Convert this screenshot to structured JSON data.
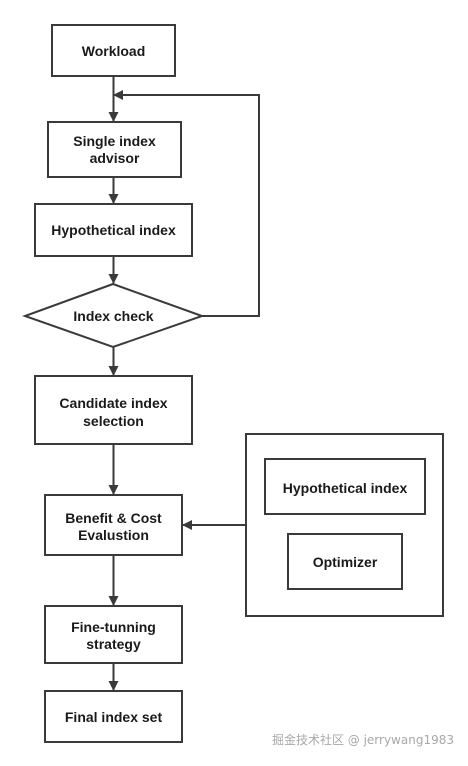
{
  "nodes": {
    "workload": "Workload",
    "single_index_advisor": [
      "Single index",
      "advisor"
    ],
    "hypothetical_index": "Hypothetical index",
    "index_check": "Index check",
    "candidate_index_selection": [
      "Candidate index",
      "selection"
    ],
    "benefit_cost_evaluation": [
      "Benefit & Cost",
      "Evalustion"
    ],
    "fine_tuning_strategy": [
      "Fine-tunning",
      "strategy"
    ],
    "final_index_set": "Final index set",
    "container_hypothetical_index": "Hypothetical index",
    "container_optimizer": "Optimizer"
  },
  "watermark": "掘金技术社区 @ jerrywang1983",
  "colors": {
    "stroke": "#3a3a3a",
    "text": "#1a1a1a",
    "watermark": "#a8a8a8"
  }
}
